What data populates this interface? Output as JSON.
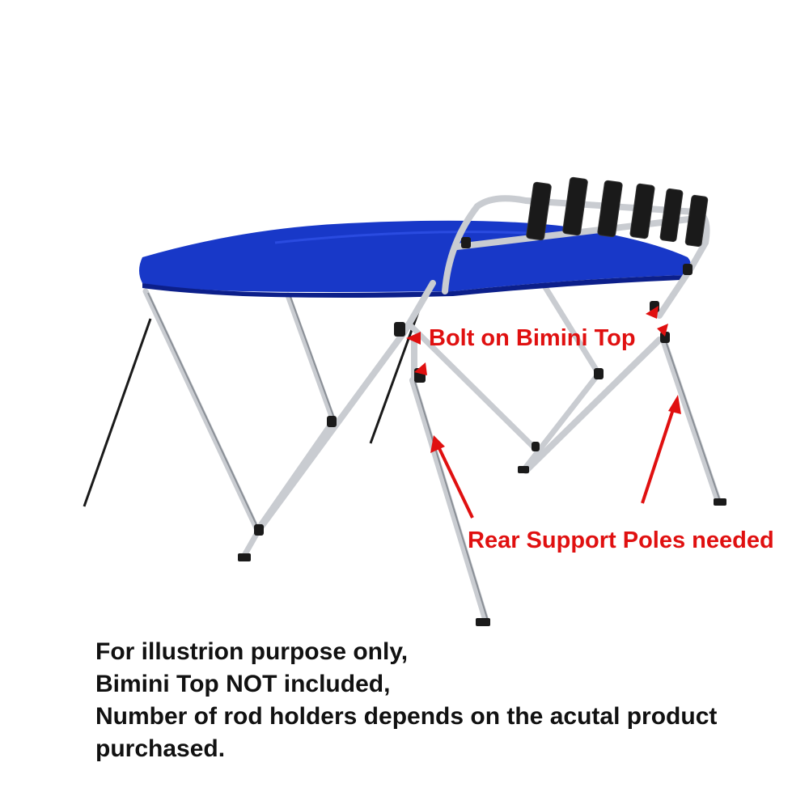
{
  "colors": {
    "canopy": "#1838c8",
    "canopy_dark": "#0c1f8a",
    "frame": "#c9ccd1",
    "frame_shadow": "#8a8f96",
    "holder": "#1a1a1a",
    "callout": "#e01010",
    "text": "#111111"
  },
  "labels": {
    "bolt_on": "Bolt on Bimini Top",
    "rear_support": "Rear Support Poles needed"
  },
  "disclaimer": {
    "line1": "For illustrion purpose only,",
    "line2": "Bimini Top NOT included,",
    "line3": "Number of rod holders depends on the acutal product",
    "line4": "purchased."
  },
  "rod_holder_count": 6
}
